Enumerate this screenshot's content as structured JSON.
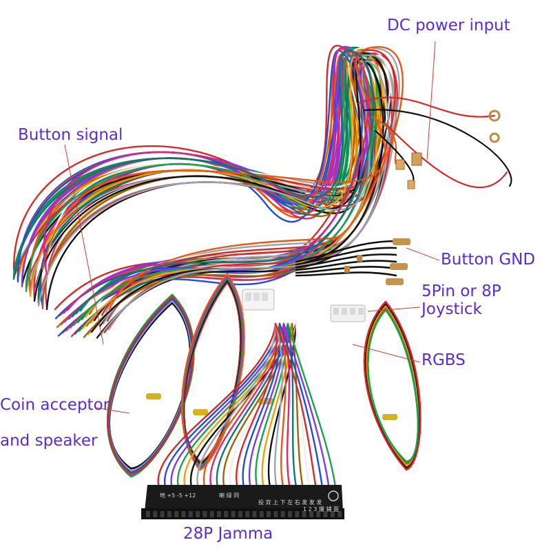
{
  "callouts": {
    "dc_power": "DC power input",
    "button_signal": "Button signal",
    "button_gnd": "Button GND",
    "joystick_line1": "5Pin or 8P",
    "joystick_line2": "Joystick",
    "rgbs": "RGBS",
    "coin_line1": "Coin acceptor",
    "coin_line2": "and speaker",
    "jamma": "28P Jamma"
  },
  "connector_markings": {
    "group1": "地 +5 -5 +12",
    "group2": "喇 绿 同",
    "group3": "投 双 上 下 左 右 发 发 发",
    "group4": "1 2 3 爆 辅 面"
  },
  "colors": {
    "callout_text": "#5a2bd6",
    "leader_line": "#d23a2a",
    "connector_body": "#1a1a1a"
  }
}
